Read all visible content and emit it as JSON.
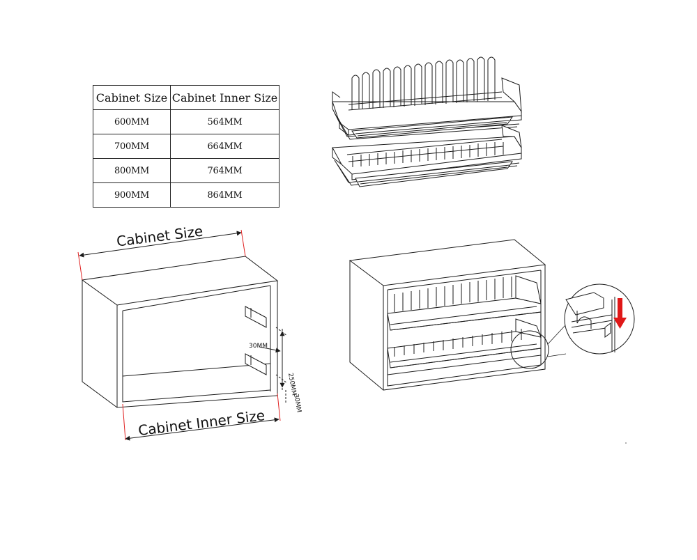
{
  "table": {
    "headers": [
      "Cabinet Size",
      "Cabinet Inner Size"
    ],
    "rows": [
      [
        "600MM",
        "564MM"
      ],
      [
        "700MM",
        "664MM"
      ],
      [
        "800MM",
        "764MM"
      ],
      [
        "900MM",
        "864MM"
      ]
    ]
  },
  "cabinet_diagram": {
    "cabinet_size_label": "Cabinet Size",
    "inner_size_label": "Cabinet Inner Size",
    "offset_label": "30MM",
    "spacing_label": "250MM",
    "bottom_label": "30MM"
  },
  "colors": {
    "line": "#1a1a1a",
    "dimension_accent": "#e02020",
    "arrow": "#e01818"
  }
}
